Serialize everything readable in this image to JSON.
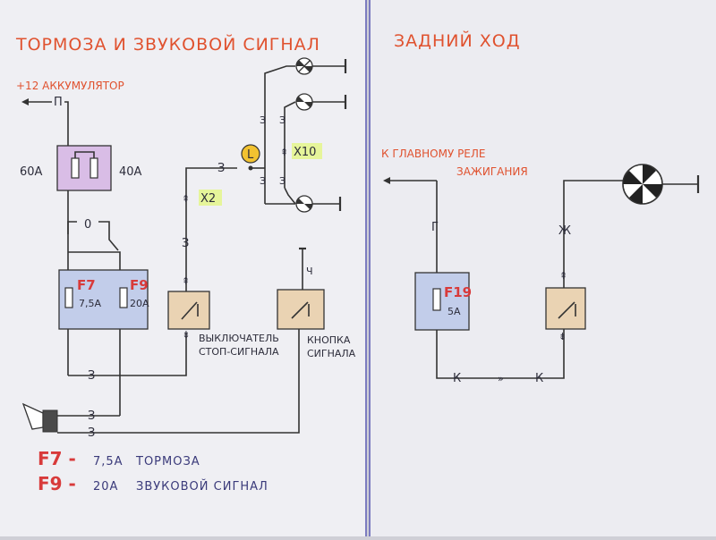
{
  "left": {
    "title": "ТОРМОЗА И ЗВУКОВОЙ СИГНАЛ",
    "battery": "+12 АККУМУЛЯТОР",
    "battery_wire": "П",
    "fuse_box": {
      "left_rating": "60А",
      "right_rating": "40А"
    },
    "wire_0": "0",
    "fuses": [
      {
        "code": "F7",
        "rating": "7,5А"
      },
      {
        "code": "F9",
        "rating": "20А"
      }
    ],
    "lamp_marker": "L",
    "harness_x2": "Х2",
    "harness_x10": "Х10",
    "wire_3": "З",
    "wire_ch": "Ч",
    "brake_switch_label": [
      "ВЫКЛЮЧАТЕЛЬ",
      "СТОП-СИГНАЛА"
    ],
    "horn_button_label": [
      "КНОПКА",
      "СИГНАЛА"
    ]
  },
  "right": {
    "title": "ЗАДНИЙ ХОД",
    "relay_label": [
      "К ГЛАВНОМУ РЕЛЕ",
      "ЗАЖИГАНИЯ"
    ],
    "wire_g": "Г",
    "wire_zh": "Ж",
    "wire_k": "К",
    "fuse": {
      "code": "F19",
      "rating": "5А"
    }
  },
  "legend": [
    {
      "code": "F7 -",
      "rating": "7,5А",
      "desc": "ТОРМОЗА"
    },
    {
      "code": "F9 -",
      "rating": "20А",
      "desc": "ЗВУКОВОЙ СИГНАЛ"
    }
  ]
}
